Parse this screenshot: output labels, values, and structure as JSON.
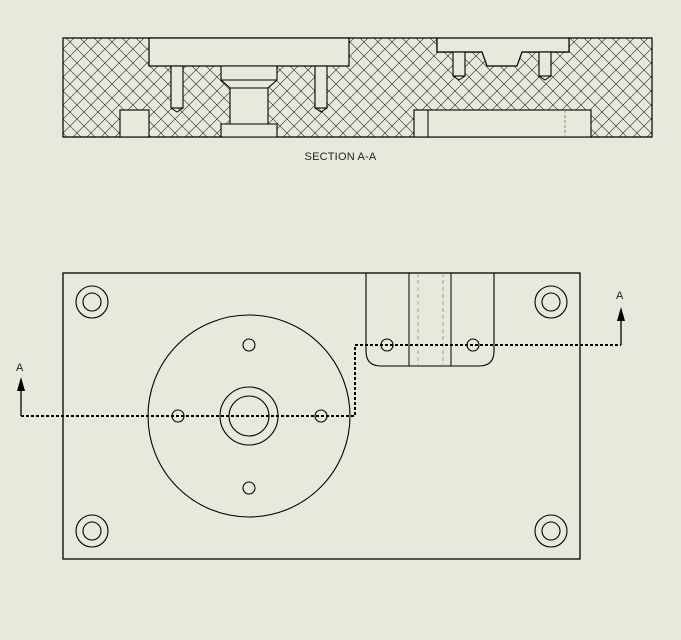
{
  "section_view": {
    "caption": "SECTION A-A"
  },
  "top_view": {
    "section_markers": [
      "A",
      "A"
    ]
  },
  "colors": {
    "background": "#e8e8dd",
    "line": "#000000",
    "hatch": "#222222"
  }
}
